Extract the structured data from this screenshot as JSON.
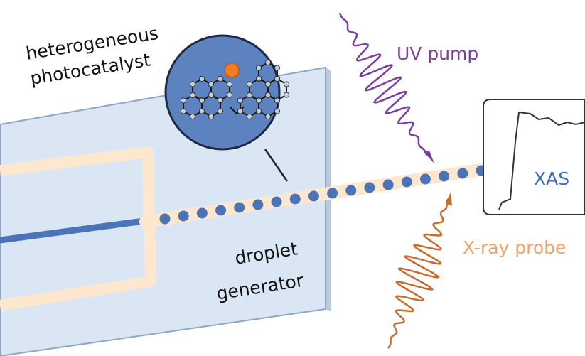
{
  "labels": {
    "photocatalyst_line1": "heterogeneous",
    "photocatalyst_line2": "photocatalyst",
    "uv_pump": "UV pump",
    "xas": "XAS",
    "xray_probe": "X-ray probe",
    "droplet_line1": "droplet",
    "droplet_line2": "generator"
  },
  "colors": {
    "chip_fill": "#dbe6f5",
    "chip_edge": "#8fa6c4",
    "channel": "#fde7cf",
    "jet": "#4a73b8",
    "droplet": "#4a73b8",
    "droplet_trail": "#fde7cf",
    "uv": "#7b3fa0",
    "xray": "#c86a2c",
    "xray_label": "#f0a36a",
    "xas_label": "#3a6fb0",
    "inset_fill": "#5d82c0",
    "catalyst_atom": "#9aa3b0",
    "metal_atom": "#ef7d22"
  }
}
